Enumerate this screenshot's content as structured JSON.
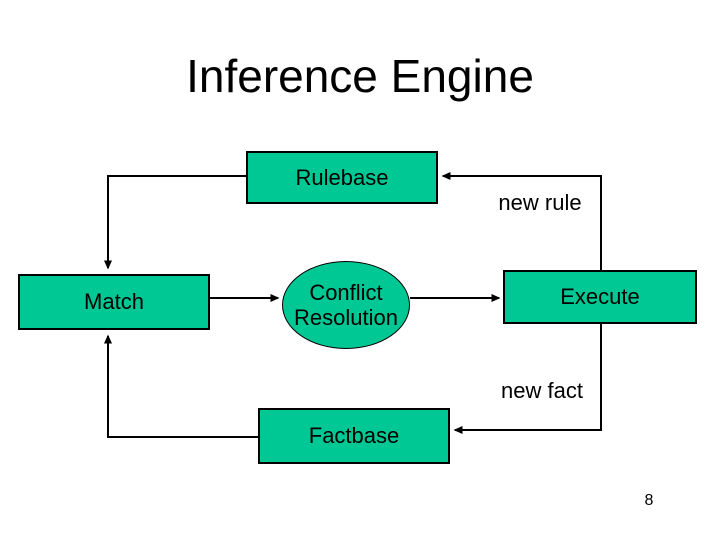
{
  "slide": {
    "title": "Inference Engine",
    "page_number": "8"
  },
  "diagram": {
    "nodes": [
      {
        "id": "rulebase",
        "label": "Rulebase",
        "shape": "rect"
      },
      {
        "id": "match",
        "label": "Match",
        "shape": "rect"
      },
      {
        "id": "conflict_resolution",
        "label": "Conflict Resolution",
        "shape": "ellipse"
      },
      {
        "id": "execute",
        "label": "Execute",
        "shape": "rect"
      },
      {
        "id": "factbase",
        "label": "Factbase",
        "shape": "rect"
      }
    ],
    "edge_labels": [
      {
        "id": "new_rule",
        "label": "new rule"
      },
      {
        "id": "new_fact",
        "label": "new fact"
      }
    ],
    "edges": [
      {
        "from": "rulebase",
        "to": "match",
        "label": ""
      },
      {
        "from": "match",
        "to": "conflict_resolution",
        "label": ""
      },
      {
        "from": "conflict_resolution",
        "to": "execute",
        "label": ""
      },
      {
        "from": "execute",
        "to": "rulebase",
        "label": "new rule"
      },
      {
        "from": "execute",
        "to": "factbase",
        "label": "new fact"
      },
      {
        "from": "factbase",
        "to": "match",
        "label": ""
      }
    ]
  },
  "colors": {
    "node_fill": "#00c894",
    "node_border": "#000000",
    "text": "#000000",
    "background": "#ffffff"
  }
}
